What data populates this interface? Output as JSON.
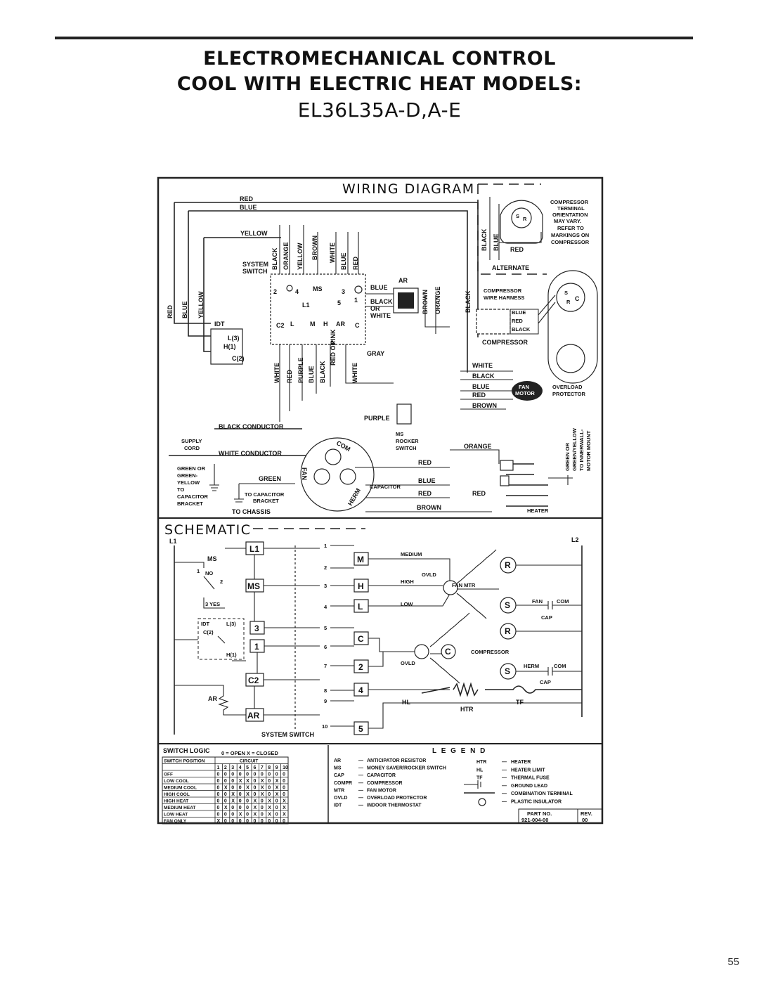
{
  "header": {
    "title_line1": "ELECTROMECHANICAL CONTROL",
    "title_line2": "COOL WITH ELECTRIC HEAT MODELS:",
    "title_line3": "EL36L35A-D,A-E"
  },
  "wiring": {
    "title": "WIRING DIAGRAM",
    "labels": {
      "red": "RED",
      "blue": "BLUE",
      "yellow": "YELLOW",
      "system_switch_1": "SYSTEM",
      "system_switch_2": "SWITCH",
      "black": "BLACK",
      "orange": "ORANGE",
      "brown": "BROWN",
      "white": "WHITE",
      "ms": "MS",
      "l1": "L1",
      "ar": "AR",
      "black_or_white_1": "BLACK",
      "black_or_white_2": "OR",
      "black_or_white_3": "WHITE",
      "idt": "IDT",
      "l3": "L(3)",
      "h1": "H(1)",
      "c2": "C(2)",
      "c2_short": "C2",
      "l": "L",
      "m": "M",
      "h": "H",
      "c": "C",
      "pink": "PINK",
      "red_or": "RED OR",
      "purple": "PURPLE",
      "gray": "GRAY",
      "supply_cord_1": "SUPPLY",
      "supply_cord_2": "CORD",
      "black_conductor": "BLACK CONDUCTOR",
      "white_conductor": "WHITE CONDUCTOR",
      "green_or_1": "GREEN OR",
      "green_or_2": "GREEN-",
      "green_or_3": "YELLOW",
      "green_or_4": "TO",
      "green_or_5": "CAPACITOR",
      "green_or_6": "BRACKET",
      "green": "GREEN",
      "to_capacitor_1": "TO CAPACITOR",
      "to_capacitor_2": "BRACKET",
      "to_chassis": "TO CHASSIS",
      "ms_rocker_1": "MS",
      "ms_rocker_2": "ROCKER",
      "ms_rocker_3": "SWITCH",
      "capacitor": "CAPACITOR",
      "com": "COM",
      "fan": "FAN",
      "herm": "HERM",
      "compressor_terminal_1": "COMPRESSOR",
      "compressor_terminal_2": "TERMINAL",
      "compressor_terminal_3": "ORIENTATION",
      "compressor_terminal_4": "MAY VARY.",
      "compressor_terminal_5": "REFER TO",
      "compressor_terminal_6": "MARKINGS ON",
      "compressor_terminal_7": "COMPRESSOR",
      "alternate": "ALTERNATE",
      "wire_harness_1": "COMPRESSOR",
      "wire_harness_2": "WIRE HARNESS",
      "compressor": "COMPRESSOR",
      "fan_motor_1": "FAN",
      "fan_motor_2": "MOTOR",
      "overload_1": "OVERLOAD",
      "overload_2": "PROTECTOR",
      "heater": "HEATER",
      "green_yellow_1": "GREEN OR",
      "green_yellow_2": "GREEN/YELLOW",
      "green_yellow_3": "TO INNERWALL-",
      "green_yellow_4": "MOTOR MOUNT",
      "s": "S",
      "r": "R"
    }
  },
  "schematic": {
    "title": "SCHEMATIC",
    "l1": "L1",
    "l2": "L2",
    "ms": "MS",
    "ms_box": "MS",
    "no": "NO",
    "yes": "3 YES",
    "idt": "IDT",
    "l3": "L(3)",
    "c2": "C(2)",
    "h1": "H(1)",
    "ar": "AR",
    "ar_box": "AR",
    "c2_box": "C2",
    "box3": "3",
    "box1": "1",
    "l1_box": "L1",
    "right_boxes": [
      "M",
      "H",
      "L",
      "C",
      "2",
      "4",
      "5"
    ],
    "contacts": [
      "1",
      "2",
      "3",
      "4",
      "5",
      "6",
      "7",
      "8",
      "9",
      "10"
    ],
    "medium": "MEDIUM",
    "high": "HIGH",
    "low": "LOW",
    "ovld": "OVLD",
    "ovld2": "OVLD",
    "fan_mtr": "FAN MTR",
    "fan": "FAN",
    "com": "COM",
    "cap": "CAP",
    "compressor": "COMPRESSOR",
    "herm": "HERM",
    "com2": "COM",
    "cap2": "CAP",
    "hl": "HL",
    "htr": "HTR",
    "tf": "TF",
    "r": "R",
    "s": "S",
    "c": "C",
    "system_switch": "SYSTEM SWITCH",
    "num1": "1",
    "num2": "2"
  },
  "switch_logic": {
    "title": "SWITCH LOGIC",
    "key": "0 = OPEN   X = CLOSED",
    "col_position": "SWITCH POSITION",
    "col_circuit": "CIRCUIT",
    "circuits": [
      "1",
      "2",
      "3",
      "4",
      "5",
      "6",
      "7",
      "8",
      "9",
      "10"
    ],
    "rows": [
      {
        "name": "OFF",
        "values": [
          "0",
          "0",
          "0",
          "0",
          "0",
          "0",
          "0",
          "0",
          "0",
          "0"
        ]
      },
      {
        "name": "LOW COOL",
        "values": [
          "0",
          "0",
          "0",
          "X",
          "X",
          "0",
          "X",
          "0",
          "X",
          "0"
        ]
      },
      {
        "name": "MEDIUM COOL",
        "values": [
          "0",
          "X",
          "0",
          "0",
          "X",
          "0",
          "X",
          "0",
          "X",
          "0"
        ]
      },
      {
        "name": "HIGH COOL",
        "values": [
          "0",
          "0",
          "X",
          "0",
          "X",
          "0",
          "X",
          "0",
          "X",
          "0"
        ]
      },
      {
        "name": "HIGH HEAT",
        "values": [
          "0",
          "0",
          "X",
          "0",
          "0",
          "X",
          "0",
          "X",
          "0",
          "X"
        ]
      },
      {
        "name": "MEDIUM HEAT",
        "values": [
          "0",
          "X",
          "0",
          "0",
          "0",
          "X",
          "0",
          "X",
          "0",
          "X"
        ]
      },
      {
        "name": "LOW HEAT",
        "values": [
          "0",
          "0",
          "0",
          "X",
          "0",
          "X",
          "0",
          "X",
          "0",
          "X"
        ]
      },
      {
        "name": "FAN ONLY",
        "values": [
          "X",
          "0",
          "0",
          "0",
          "0",
          "0",
          "0",
          "0",
          "0",
          "0"
        ]
      }
    ]
  },
  "legend": {
    "title": "L E G E N D",
    "left": [
      {
        "abbr": "AR",
        "desc": "ANTICIPATOR RESISTOR"
      },
      {
        "abbr": "MS",
        "desc": "MONEY SAVER/ROCKER SWITCH"
      },
      {
        "abbr": "CAP",
        "desc": "CAPACITOR"
      },
      {
        "abbr": "COMPR",
        "desc": "COMPRESSOR"
      },
      {
        "abbr": "MTR",
        "desc": "FAN MOTOR"
      },
      {
        "abbr": "OVLD",
        "desc": "OVERLOAD PROTECTOR"
      },
      {
        "abbr": "IDT",
        "desc": "INDOOR THERMOSTAT"
      }
    ],
    "right": [
      {
        "abbr": "HTR",
        "desc": "HEATER"
      },
      {
        "abbr": "HL",
        "desc": "HEATER LIMIT"
      },
      {
        "abbr": "TF",
        "desc": "THERMAL FUSE"
      },
      {
        "abbr": "",
        "desc": "GROUND LEAD"
      },
      {
        "abbr": "",
        "desc": "COMBINATION TERMINAL"
      },
      {
        "abbr": "",
        "desc": "PLASTIC INSULATOR"
      }
    ],
    "dash": "—",
    "part_no_label": "PART NO.",
    "part_no": "921-004-00",
    "rev_label": "REV.",
    "rev": "00"
  },
  "page_number": "55"
}
